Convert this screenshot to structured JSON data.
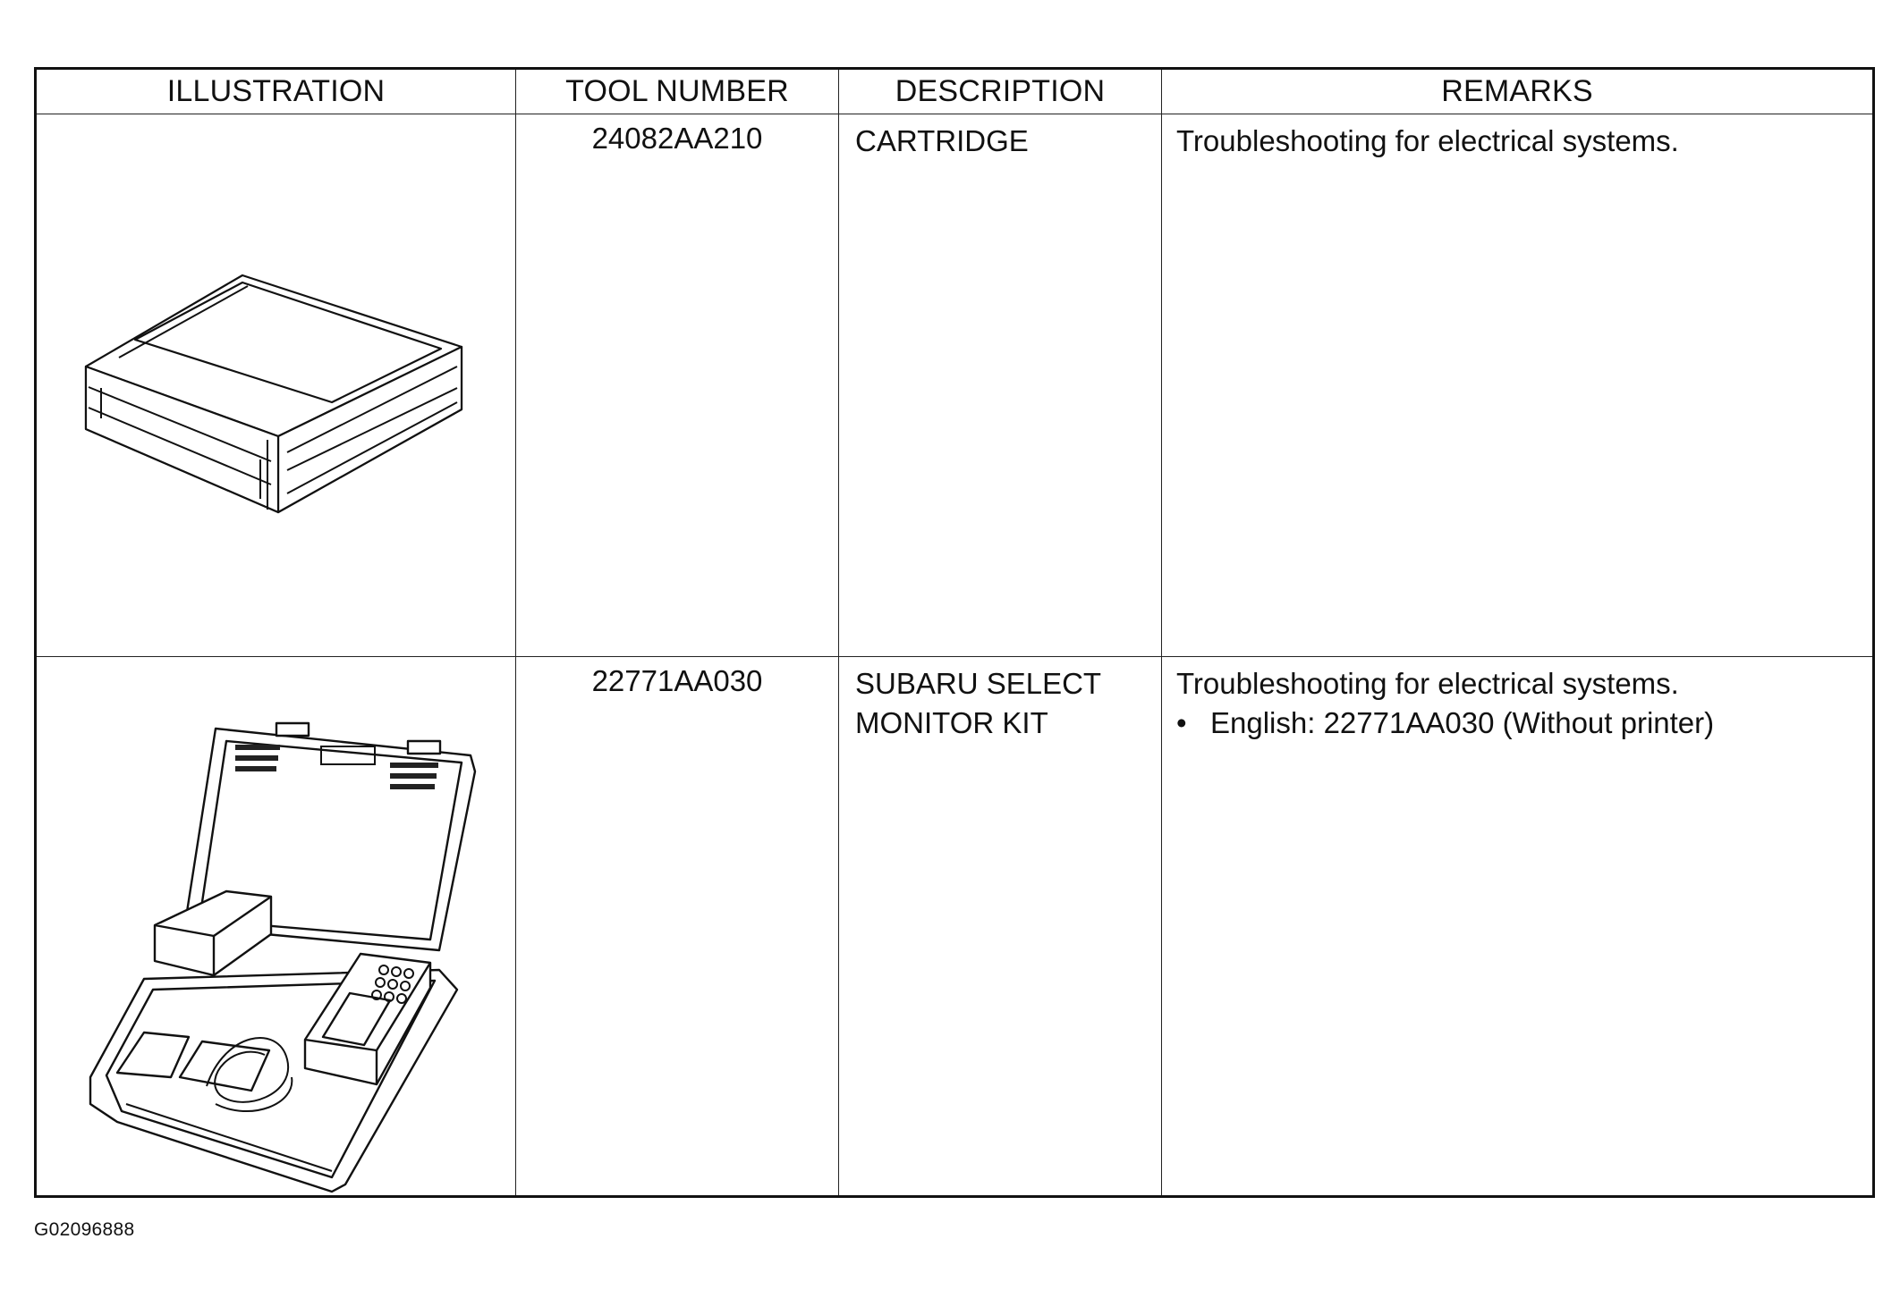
{
  "table": {
    "headers": {
      "illustration": "ILLUSTRATION",
      "tool_number": "TOOL NUMBER",
      "description": "DESCRIPTION",
      "remarks": "REMARKS"
    },
    "rows": [
      {
        "illustration_icon": "cartridge-illustration",
        "tool_number": "24082AA210",
        "description_lines": [
          "CARTRIDGE"
        ],
        "remarks": "Troubleshooting for electrical systems.",
        "remark_bullets": []
      },
      {
        "illustration_icon": "select-monitor-kit-illustration",
        "tool_number": "22771AA030",
        "description_lines": [
          "SUBARU SELECT",
          "MONITOR KIT"
        ],
        "remarks": "Troubleshooting for electrical systems.",
        "remark_bullets": [
          "English: 22771AA030 (Without printer)"
        ]
      }
    ]
  },
  "figure_id": "G02096888"
}
